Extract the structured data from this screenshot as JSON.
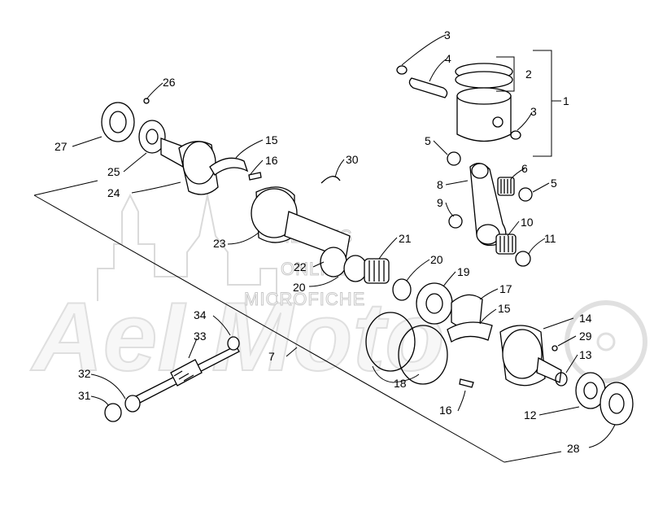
{
  "watermark": {
    "lines": [
      "HL@M'S",
      "ONLINE",
      "MICROFICHE"
    ],
    "logo_text": "AeI Moto"
  },
  "callouts": [
    {
      "id": "c1",
      "text": "1"
    },
    {
      "id": "c2",
      "text": "2"
    },
    {
      "id": "c3a",
      "text": "3"
    },
    {
      "id": "c3b",
      "text": "3"
    },
    {
      "id": "c4",
      "text": "4"
    },
    {
      "id": "c5a",
      "text": "5"
    },
    {
      "id": "c5b",
      "text": "5"
    },
    {
      "id": "c6",
      "text": "6"
    },
    {
      "id": "c7",
      "text": "7"
    },
    {
      "id": "c8",
      "text": "8"
    },
    {
      "id": "c9",
      "text": "9"
    },
    {
      "id": "c10",
      "text": "10"
    },
    {
      "id": "c11",
      "text": "11"
    },
    {
      "id": "c12",
      "text": "12"
    },
    {
      "id": "c13",
      "text": "13"
    },
    {
      "id": "c14",
      "text": "14"
    },
    {
      "id": "c15a",
      "text": "15"
    },
    {
      "id": "c15b",
      "text": "15"
    },
    {
      "id": "c16a",
      "text": "16"
    },
    {
      "id": "c16b",
      "text": "16"
    },
    {
      "id": "c17",
      "text": "17"
    },
    {
      "id": "c18",
      "text": "18"
    },
    {
      "id": "c19",
      "text": "19"
    },
    {
      "id": "c20a",
      "text": "20"
    },
    {
      "id": "c20b",
      "text": "20"
    },
    {
      "id": "c21",
      "text": "21"
    },
    {
      "id": "c22",
      "text": "22"
    },
    {
      "id": "c23",
      "text": "23"
    },
    {
      "id": "c24",
      "text": "24"
    },
    {
      "id": "c25",
      "text": "25"
    },
    {
      "id": "c26",
      "text": "26"
    },
    {
      "id": "c27",
      "text": "27"
    },
    {
      "id": "c28",
      "text": "28"
    },
    {
      "id": "c29",
      "text": "29"
    },
    {
      "id": "c30",
      "text": "30"
    },
    {
      "id": "c31",
      "text": "31"
    },
    {
      "id": "c32",
      "text": "32"
    },
    {
      "id": "c33",
      "text": "33"
    },
    {
      "id": "c34",
      "text": "34"
    }
  ]
}
